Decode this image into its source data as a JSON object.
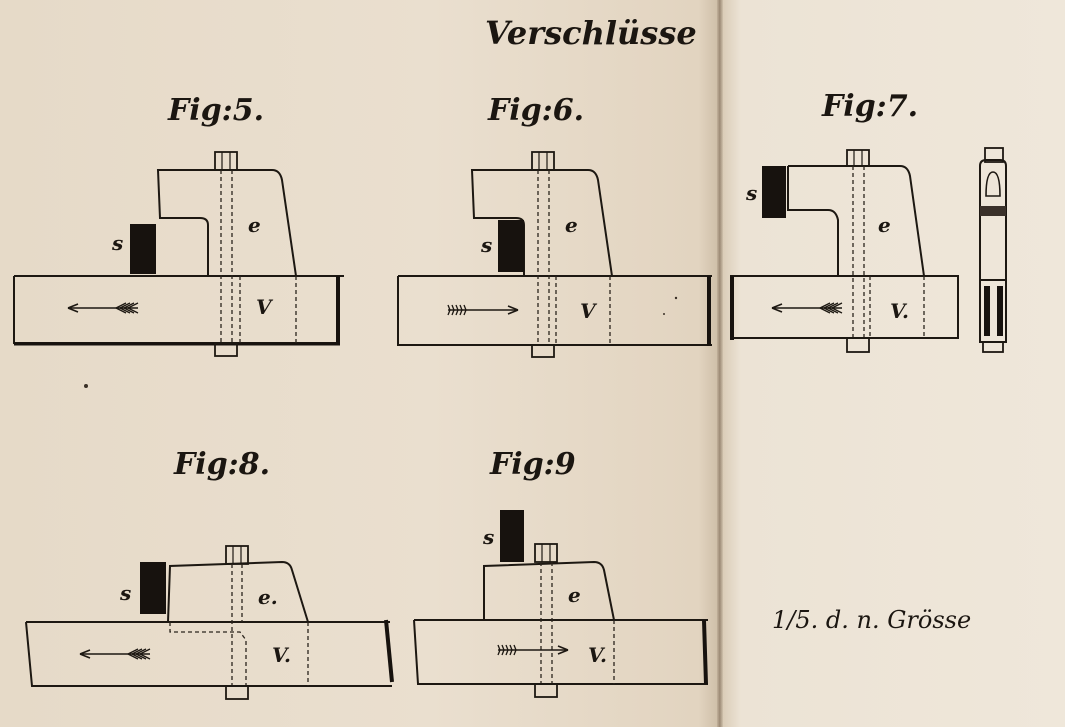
{
  "heading": "Verschlüsse",
  "scale_note": "1/5. d. n. Grösse",
  "figures": [
    {
      "title": "Fig:5.",
      "labels": {
        "s": "s",
        "e": "e",
        "v": "V"
      }
    },
    {
      "title": "Fig:6.",
      "labels": {
        "s": "s",
        "e": "e",
        "v": "V"
      }
    },
    {
      "title": "Fig:7.",
      "labels": {
        "s": "s",
        "e": "e",
        "v": "V."
      }
    },
    {
      "title": "Fig:8.",
      "labels": {
        "s": "s",
        "e": "e.",
        "v": "V."
      }
    },
    {
      "title": "Fig:9",
      "labels": {
        "s": "s",
        "e": "e",
        "v": "V."
      }
    }
  ]
}
